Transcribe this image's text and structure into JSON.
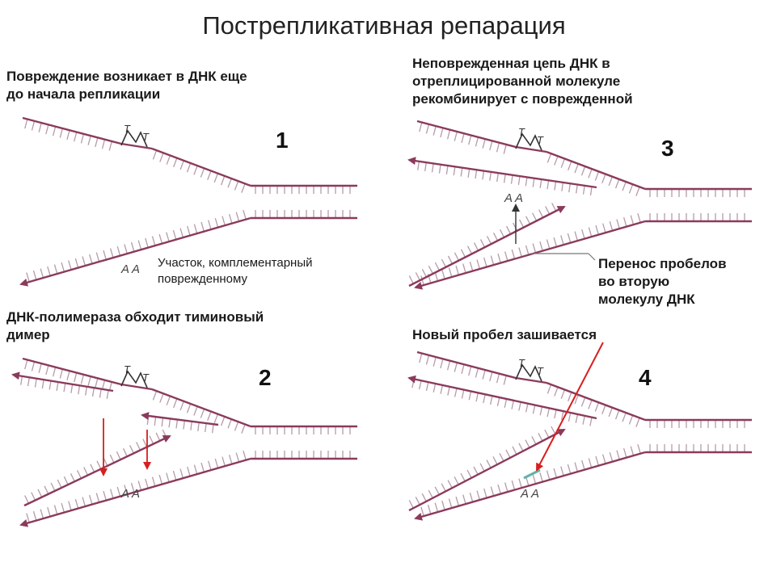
{
  "title": "Пострепликативная репарация",
  "panels": [
    {
      "number": "1",
      "caption_lines": [
        "Повреждение возникает в ДНК еще",
        "до начала репликации"
      ],
      "note_lines": [
        "Участок, комплементарный",
        "поврежденному"
      ]
    },
    {
      "number": "2",
      "caption_lines": [
        "ДНК-полимераза обходит тиминовый",
        "димер"
      ]
    },
    {
      "number": "3",
      "caption_lines": [
        "Неповрежденная цепь ДНК в",
        "отреплицированной молекуле",
        "рекомбинирует с поврежденной"
      ],
      "note_lines": [
        "Перенос пробелов",
        "во вторую",
        "молекулу ДНК"
      ]
    },
    {
      "number": "4",
      "caption_lines": [
        "Новый пробел зашивается"
      ]
    }
  ],
  "labels": {
    "thymine": "T",
    "adenine": "A"
  },
  "colors": {
    "strand": "#8b3a5c",
    "rung": "#b79aa8",
    "arrow": "#d81e1e",
    "pointer": "#333333",
    "gap": "#5fb3a8"
  }
}
